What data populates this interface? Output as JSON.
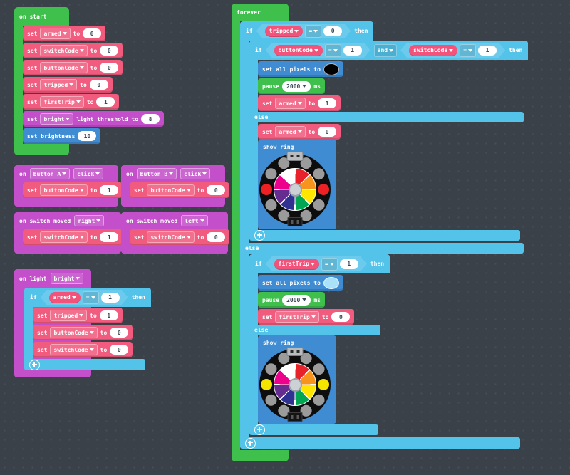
{
  "palette": {
    "workspace_bg": "#3a4149",
    "green": "#3fbf4b",
    "variables_pink": "#f05b7e",
    "input_purple": "#c44fca",
    "light_blue": "#3f8cd2",
    "logic_blue": "#54c3ea"
  },
  "on_start": {
    "header": "on start",
    "rows": [
      {
        "set": "set",
        "var": "armed",
        "to": "to",
        "val": "0"
      },
      {
        "set": "set",
        "var": "switchCode",
        "to": "to",
        "val": "0"
      },
      {
        "set": "set",
        "var": "buttonCode",
        "to": "to",
        "val": "0"
      },
      {
        "set": "set",
        "var": "tripped",
        "to": "to",
        "val": "0"
      },
      {
        "set": "set",
        "var": "firstTrip",
        "to": "to",
        "val": "1"
      }
    ],
    "threshold": {
      "set": "set",
      "var": "bright",
      "label": "light threshold to",
      "val": "8"
    },
    "brightness": {
      "label": "set brightness",
      "val": "10"
    }
  },
  "events": {
    "button_a": {
      "on": "on",
      "dev": "button A",
      "action": "click"
    },
    "button_b": {
      "on": "on",
      "dev": "button B",
      "action": "click"
    },
    "switch_right": {
      "on": "on switch moved",
      "dir": "right"
    },
    "switch_left": {
      "on": "on switch moved",
      "dir": "left"
    },
    "light": {
      "on": "on light",
      "level": "bright"
    }
  },
  "event_bodies": {
    "button_a": {
      "set": "set",
      "var": "buttonCode",
      "to": "to",
      "val": "1"
    },
    "button_b": {
      "set": "set",
      "var": "buttonCode",
      "to": "to",
      "val": "0"
    },
    "switch_right": {
      "set": "set",
      "var": "switchCode",
      "to": "to",
      "val": "1"
    },
    "switch_left": {
      "set": "set",
      "var": "switchCode",
      "to": "to",
      "val": "0"
    }
  },
  "light_handler": {
    "kw_if": "if",
    "kw_then": "then",
    "cond": {
      "var": "armed",
      "op": "=",
      "val": "1"
    },
    "body": [
      {
        "set": "set",
        "var": "tripped",
        "to": "to",
        "val": "1"
      },
      {
        "set": "set",
        "var": "buttonCode",
        "to": "to",
        "val": "0"
      },
      {
        "set": "set",
        "var": "switchCode",
        "to": "to",
        "val": "0"
      }
    ]
  },
  "forever": {
    "header": "forever",
    "outer_if": {
      "kw_if": "if",
      "kw_then": "then",
      "kw_else": "else",
      "cond": {
        "var": "tripped",
        "op": "=",
        "val": "0"
      }
    },
    "inner_if": {
      "kw_if": "if",
      "kw_then": "then",
      "kw_else": "else",
      "kw_and": "and",
      "cond1": {
        "var": "buttonCode",
        "op": "=",
        "val": "1"
      },
      "cond2": {
        "var": "switchCode",
        "op": "=",
        "val": "1"
      }
    },
    "set_pixels_black": {
      "label": "set all pixels to",
      "color": "#000000"
    },
    "pause1": {
      "pause": "pause",
      "val": "2000",
      "ms": "ms"
    },
    "set_armed_1": {
      "set": "set",
      "var": "armed",
      "to": "to",
      "val": "1"
    },
    "set_armed_0": {
      "set": "set",
      "var": "armed",
      "to": "to",
      "val": "0"
    },
    "show_ring_1": {
      "label": "show ring"
    },
    "first_if": {
      "kw_if": "if",
      "kw_then": "then",
      "kw_else": "else",
      "cond": {
        "var": "firstTrip",
        "op": "=",
        "val": "1"
      }
    },
    "set_pixels_blue": {
      "label": "set all pixels to",
      "color": "#a9e2f8"
    },
    "pause2": {
      "pause": "pause",
      "val": "2000",
      "ms": "ms"
    },
    "set_first_0": {
      "set": "set",
      "var": "firstTrip",
      "to": "to",
      "val": "0"
    },
    "show_ring_2": {
      "label": "show ring"
    }
  },
  "rings": {
    "wheel_colors": [
      "#e8222a",
      "#f7941d",
      "#ffe600",
      "#00a651",
      "#2e3192",
      "#662d91",
      "#ec008c",
      "#ffffff"
    ],
    "instances": [
      {
        "leds": [
          "#9b9b9b",
          "#9b9b9b",
          "#ed2024",
          "#9b9b9b",
          "#9b9b9b",
          "#9b9b9b",
          "#9b9b9b",
          "#ed2024",
          "#9b9b9b",
          "#9b9b9b"
        ]
      },
      {
        "leds": [
          "#9b9b9b",
          "#9b9b9b",
          "#f5e600",
          "#9b9b9b",
          "#9b9b9b",
          "#9b9b9b",
          "#9b9b9b",
          "#f5e600",
          "#9b9b9b",
          "#9b9b9b"
        ]
      }
    ]
  }
}
